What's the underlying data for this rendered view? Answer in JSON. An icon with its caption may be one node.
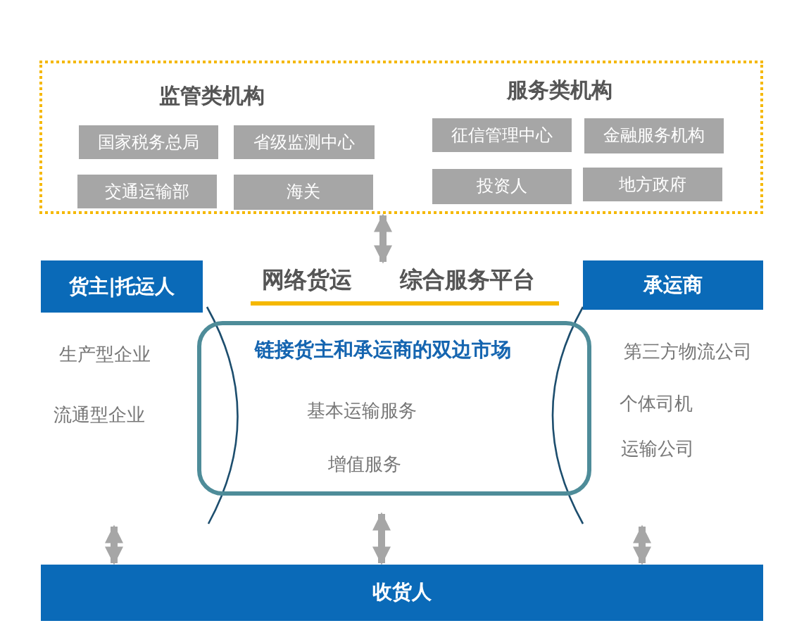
{
  "diagram": {
    "nodes": [
      {
        "text": [
          "监管类机构",
          "服务类机构"
        ]
      },
      {
        "text": [
          "国家税务总局"
        ],
        "in": 0
      },
      {
        "text": [
          "省级监测中心"
        ],
        "in": 0
      },
      {
        "text": [
          "交通运输部"
        ],
        "in": 0
      },
      {
        "text": [
          "海关"
        ],
        "in": 0
      },
      {
        "text": [
          "征信管理中心"
        ],
        "in": 0
      },
      {
        "text": [
          "金融服务机构"
        ],
        "in": 0
      },
      {
        "text": [
          "投资人"
        ],
        "in": 0
      },
      {
        "text": [
          "地方政府"
        ],
        "in": 0
      },
      {
        "text": [
          "网络货运",
          "综合服务平台"
        ]
      },
      {
        "text": [
          "货主|托运人"
        ]
      },
      {
        "text": [
          "承运商"
        ]
      },
      {
        "text": [
          "链接货主和承运商的双边市场",
          "基本运输服务",
          "增值服务"
        ]
      },
      {
        "text": [
          "收货人"
        ]
      }
    ],
    "edges": [
      {
        "from": 0,
        "to": 9,
        "arrow": "both"
      },
      {
        "from": null,
        "to": 13,
        "arrow": "both"
      },
      {
        "from": 12,
        "to": 13,
        "arrow": "both"
      },
      {
        "from": null,
        "to": 13,
        "arrow": "both"
      }
    ],
    "labels": [
      "生产型企业",
      "流通型企业",
      "第三方物流公司",
      "个体司机",
      "运输公司"
    ]
  }
}
